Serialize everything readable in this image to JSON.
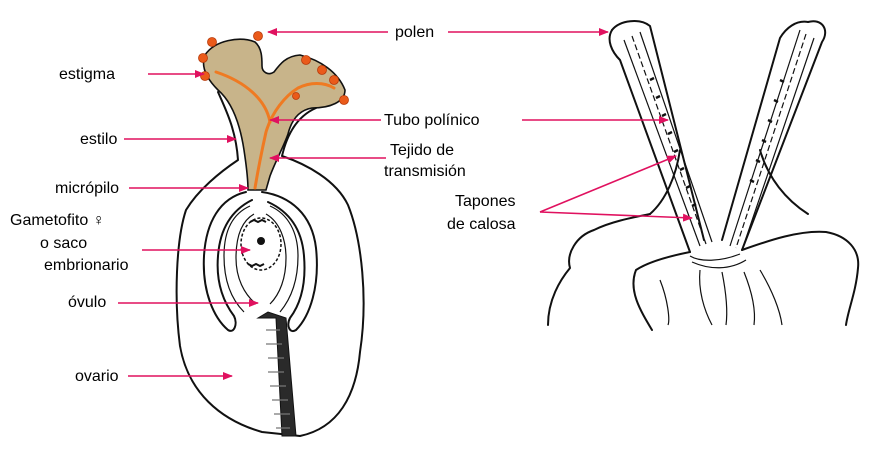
{
  "labels": {
    "polen": "polen",
    "estigma": "estigma",
    "estilo": "estilo",
    "tubo_polinico": "Tubo polínico",
    "tejido_line1": "Tejido de",
    "tejido_line2": "transmisión",
    "micropilo": "micrópilo",
    "gametofito_line1": "Gametofito ♀",
    "gametofito_line2": "o saco",
    "gametofito_line3": "embrionario",
    "ovulo": "óvulo",
    "ovario": "ovario",
    "tapones_line1": "Tapones",
    "tapones_line2": "de calosa"
  },
  "colors": {
    "arrow": "#e0115f",
    "stigma_fill": "#c8b48a",
    "pollen": "#ea5a1a",
    "pollen_tube": "#ef7a22",
    "outline": "#111111"
  }
}
